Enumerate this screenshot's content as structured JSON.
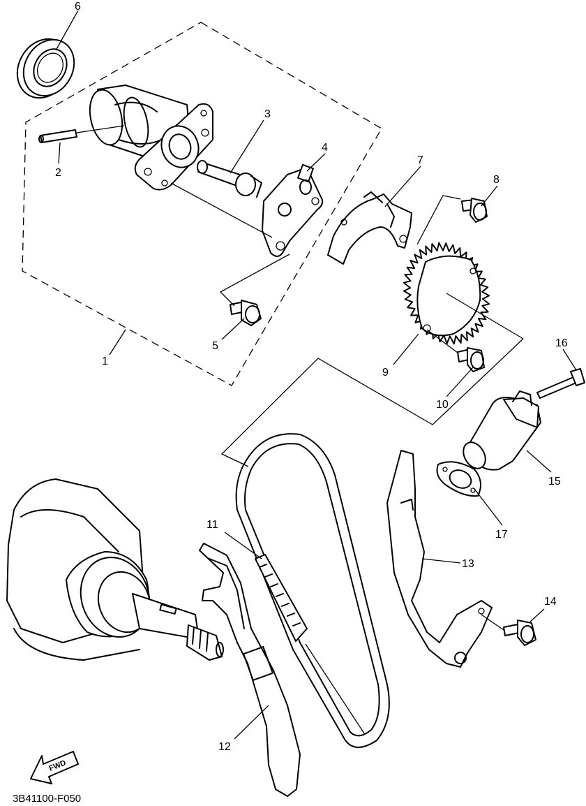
{
  "callouts": {
    "c1": "1",
    "c2": "2",
    "c3": "3",
    "c4": "4",
    "c5": "5",
    "c6": "6",
    "c7": "7",
    "c8": "8",
    "c9": "9",
    "c10": "10",
    "c11": "11",
    "c12": "12",
    "c13": "13",
    "c14": "14",
    "c15": "15",
    "c16": "16",
    "c17": "17"
  },
  "fwd_label": "FWD",
  "diagram_code": "3B41100-F050"
}
